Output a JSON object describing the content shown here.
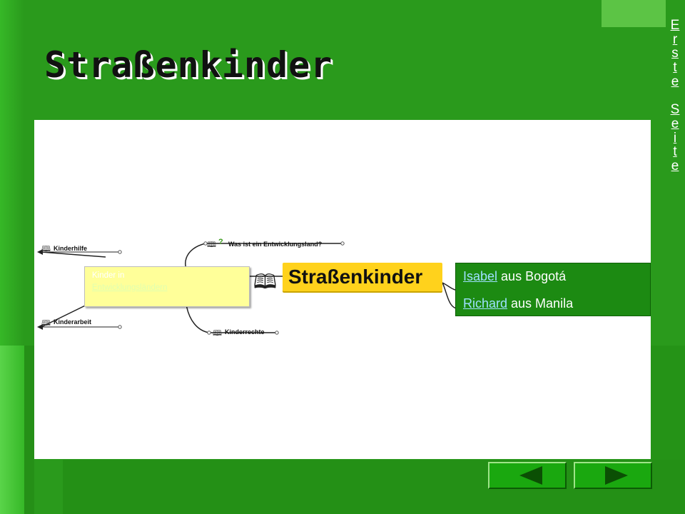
{
  "slide": {
    "title": "Straßenkinder"
  },
  "corner_link": {
    "word1": [
      "E",
      "r",
      "s",
      "t",
      "e"
    ],
    "word2": [
      "S",
      "e",
      "i",
      "t",
      "e"
    ]
  },
  "mindmap": {
    "central_topic": "Straßenkinder",
    "branches": {
      "kinderhilfe": "Kinderhilfe",
      "entwicklungsland": "Was ist ein Entwicklungsland?",
      "kinderarbeit": "Kinderarbeit",
      "kinderrechte": "Kinderrechte"
    },
    "note": {
      "line1": "Kinder in",
      "link": "Entwicklungsländern"
    },
    "popup": {
      "row1_link": "Isabel",
      "row1_text": " aus Bogotá",
      "row2_link": "Richard",
      "row2_text": " aus Manila"
    }
  },
  "icons": {
    "book": "book-icon",
    "question": "question-icon",
    "prev": "triangle-left-icon",
    "next": "triangle-right-icon"
  },
  "colors": {
    "background": "#2a9a1c",
    "panel": "#ffffff",
    "central_topic": "#ffd21c",
    "popup": "#1c8a12"
  }
}
